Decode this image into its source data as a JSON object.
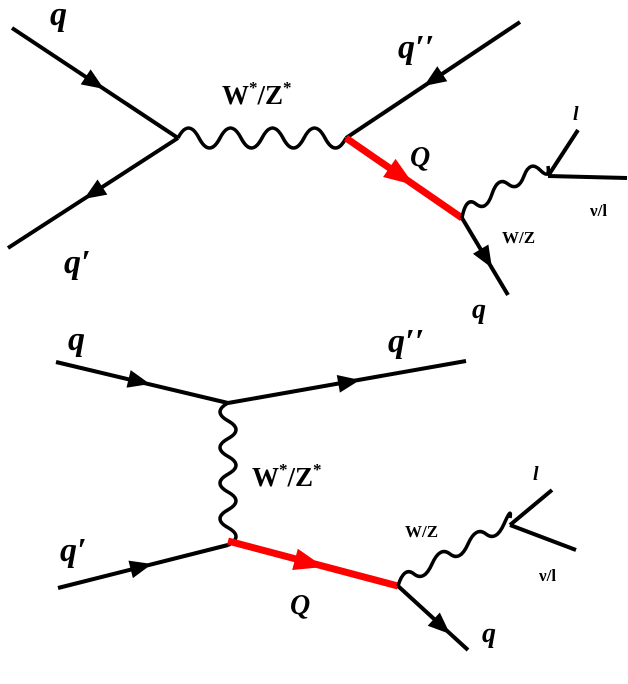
{
  "diagram_top": {
    "quark_in": "q",
    "quark_in_bar": "q′",
    "quark_out": "q′′",
    "propagator": {
      "base": "W",
      "star": "*",
      "slash": "/Z",
      "star2": "*"
    },
    "heavy_quark": "Q",
    "decay_boson": "W/Z",
    "decay_quark": "q",
    "lepton": "l",
    "neutrino_or_lepton": "ν/l"
  },
  "diagram_bottom": {
    "quark_in": "q",
    "quark_in_2": "q′",
    "quark_out": "q′′",
    "propagator": {
      "base": "W",
      "star": "*",
      "slash": "/Z",
      "star2": "*"
    },
    "heavy_quark": "Q",
    "decay_boson": "W/Z",
    "decay_quark": "q",
    "lepton": "l",
    "neutrino_or_lepton": "ν/l"
  },
  "colors": {
    "line": "#000000",
    "heavy_quark": "#ff0000",
    "background": "#ffffff"
  }
}
